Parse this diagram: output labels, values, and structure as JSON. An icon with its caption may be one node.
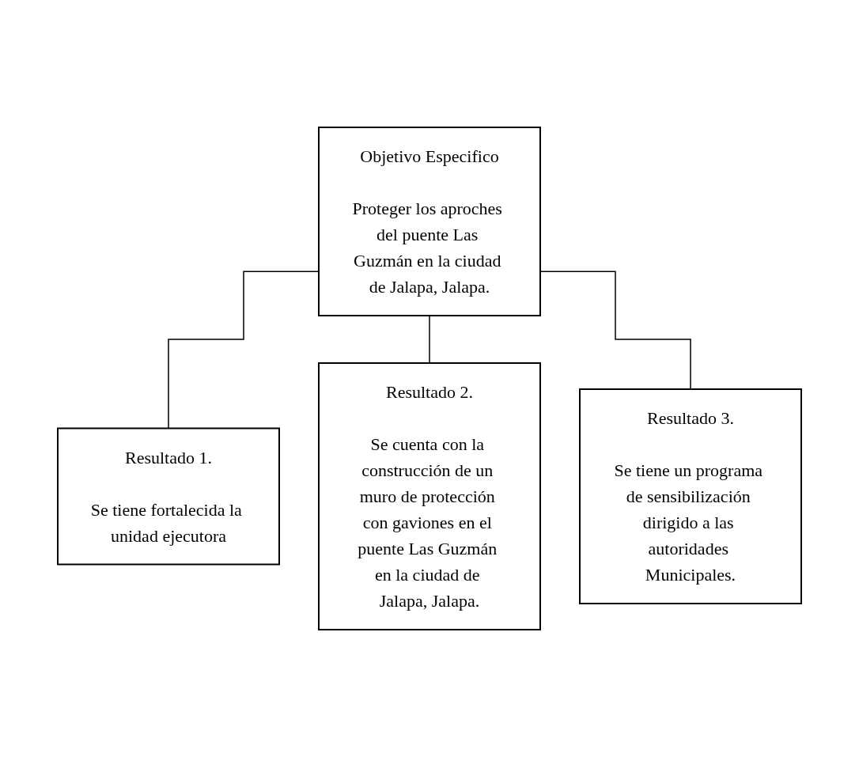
{
  "diagram": {
    "nodes": [
      {
        "text": [
          "Objetivo Especifico",
          "Proteger los aproches del puente Las Guzmán en la ciudad de Jalapa, Jalapa."
        ]
      },
      {
        "text": [
          "Resultado 1.",
          "Se tiene fortalecida la unidad ejecutora"
        ]
      },
      {
        "text": [
          "Resultado 2.",
          "Se cuenta con la construcción de un muro de protección con gaviones en el puente Las Guzmán en la ciudad de Jalapa, Jalapa."
        ]
      },
      {
        "text": [
          "Resultado 3.",
          "Se tiene un programa de sensibilización dirigido a las autoridades Municipales."
        ]
      }
    ],
    "edges": [
      {
        "from": 0,
        "to": 1,
        "arrow": "none"
      },
      {
        "from": 0,
        "to": 2,
        "arrow": "none"
      },
      {
        "from": 0,
        "to": 3,
        "arrow": "none"
      }
    ]
  }
}
